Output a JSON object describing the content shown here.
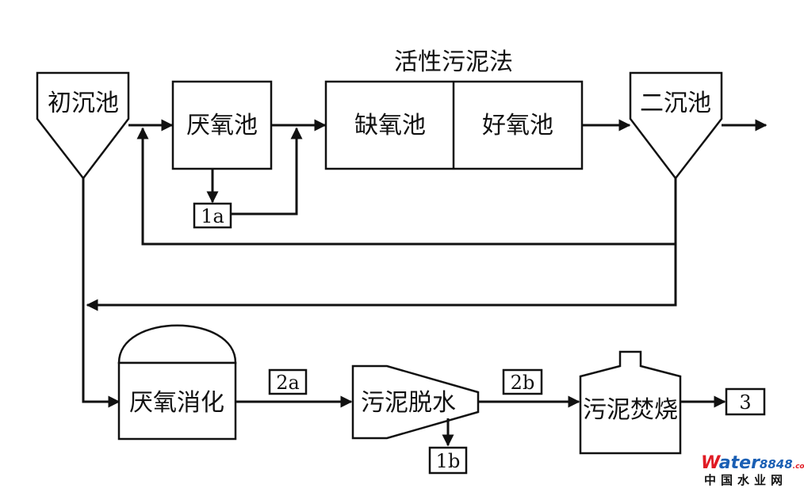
{
  "title": "活性污泥法",
  "nodes": {
    "primary_clarifier": "初沉池",
    "anaerobic_tank": "厌氧池",
    "anoxic_tank": "缺氧池",
    "aerobic_tank": "好氧池",
    "secondary_clarifier": "二沉池",
    "anaerobic_digestion": "厌氧消化",
    "sludge_dewatering": "污泥脱水",
    "sludge_incineration": "污泥焚烧"
  },
  "tags": {
    "t1a": "1a",
    "t1b": "1b",
    "t2a": "2a",
    "t2b": "2b",
    "t3": "3"
  },
  "watermark": {
    "brand_w": "W",
    "brand_ater": "ater",
    "brand_num": "8848",
    "brand_com": ".com",
    "site_cn": "中国水业网",
    "color_blue": "#1a5fb4",
    "color_red": "#e01b24"
  }
}
